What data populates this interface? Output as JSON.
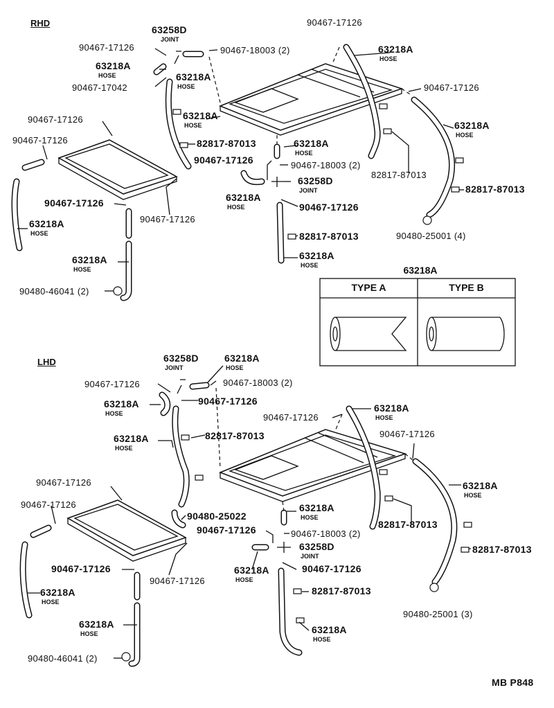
{
  "sections": {
    "rhd": "RHD",
    "lhd": "LHD"
  },
  "footer_code": "MB P848",
  "type_table": {
    "title": "63218A",
    "type_a": "TYPE A",
    "type_b": "TYPE B"
  },
  "rhd": {
    "joint_top_num": "63258D",
    "joint_top_word": "JOINT",
    "clamp_top_left": "90467-17126",
    "clamp_top_right": "90467-18003 (2)",
    "hose_small_num": "63218A",
    "hose_small_word": "HOSE",
    "clamp_17042": "90467-17042",
    "hose_upper_num": "63218A",
    "hose_upper_word": "HOSE",
    "hose_front_num": "63218A",
    "hose_front_word": "HOSE",
    "clamp_rear_top": "90467-17126",
    "hose_rear_right_num": "63218A",
    "hose_rear_right_word": "HOSE",
    "clamp_right": "90467-17126",
    "hose_right_num": "63218A",
    "hose_right_word": "HOSE",
    "tag_center": "82817-87013",
    "tag_right": "82817-87013",
    "tag_right2": "82817-87013",
    "grommet_right": "90480-25001 (4)",
    "clamp_left_a": "90467-17126",
    "clamp_left_b": "90467-17126",
    "clamp_left_c": "90467-17126",
    "clamp_left_d": "90467-17126",
    "hose_left_num": "63218A",
    "hose_left_word": "HOSE",
    "hose_left2_num": "63218A",
    "hose_left2_word": "HOSE",
    "grommet_left": "90480-46041 (2)",
    "hose_mid_num": "63218A",
    "hose_mid_word": "HOSE",
    "clamp_mid_a": "90467-17126",
    "clamp_mid_b": "90467-18003 (2)",
    "joint_mid_num": "63258D",
    "joint_mid_word": "JOINT",
    "hose_mid2_num": "63218A",
    "hose_mid2_word": "HOSE",
    "clamp_mid_c": "90467-17126",
    "tag_mid": "82817-87013",
    "hose_mid3_num": "63218A",
    "hose_mid3_word": "HOSE"
  },
  "lhd": {
    "joint_top_num": "63258D",
    "joint_top_word": "JOINT",
    "hose_top_num": "63218A",
    "hose_top_word": "HOSE",
    "clamp_top_left": "90467-17126",
    "clamp_top_right": "90467-18003 (2)",
    "hose_small_num": "63218A",
    "hose_small_word": "HOSE",
    "clamp_top_b": "90467-17126",
    "hose_upper_num": "63218A",
    "hose_upper_word": "HOSE",
    "tag_upper": "82817-87013",
    "clamp_rear": "90467-17126",
    "hose_rear_num": "63218A",
    "hose_rear_word": "HOSE",
    "clamp_right": "90467-17126",
    "hose_right_num": "63218A",
    "hose_right_word": "HOSE",
    "tag_right": "82817-87013",
    "tag_right2": "82817-87013",
    "grommet_right": "90480-25001 (3)",
    "clamp_left_a": "90467-17126",
    "clamp_left_b": "90467-17126",
    "grommet_mid": "90480-25022",
    "hose_mid_num": "63218A",
    "hose_mid_word": "HOSE",
    "clamp_mid_a": "90467-17126",
    "clamp_mid_b": "90467-18003 (2)",
    "joint_mid_num": "63258D",
    "joint_mid_word": "JOINT",
    "clamp_left_c": "90467-17126",
    "clamp_left_d": "90467-17126",
    "hose_mid2_num": "63218A",
    "hose_mid2_word": "HOSE",
    "clamp_mid_c": "90467-17126",
    "tag_mid": "82817-87013",
    "hose_left_num": "63218A",
    "hose_left_word": "HOSE",
    "hose_left2_num": "63218A",
    "hose_left2_word": "HOSE",
    "hose_mid3_num": "63218A",
    "hose_mid3_word": "HOSE",
    "grommet_left": "90480-46041 (2)"
  }
}
